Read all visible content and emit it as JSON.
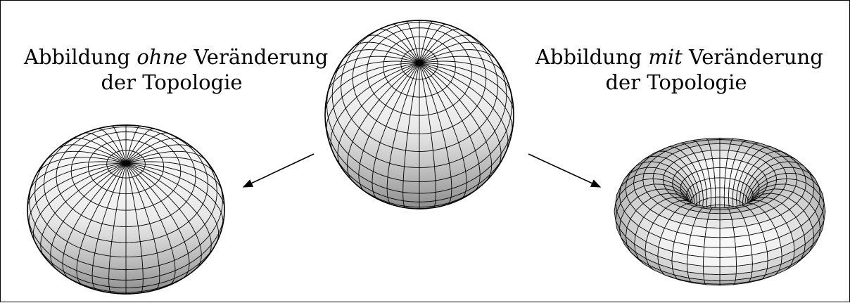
{
  "left_caption": {
    "before": "Abbildung ",
    "emphasis": "ohne",
    "after": " Veränderung",
    "line2": "der Topologie"
  },
  "right_caption": {
    "before": "Abbildung ",
    "emphasis": "mit",
    "after": " Veränderung",
    "line2": "der Topologie"
  },
  "colors": {
    "surface_light": "#f6f6f6",
    "surface_dark": "#8a8a8a",
    "mesh": "#000000"
  }
}
